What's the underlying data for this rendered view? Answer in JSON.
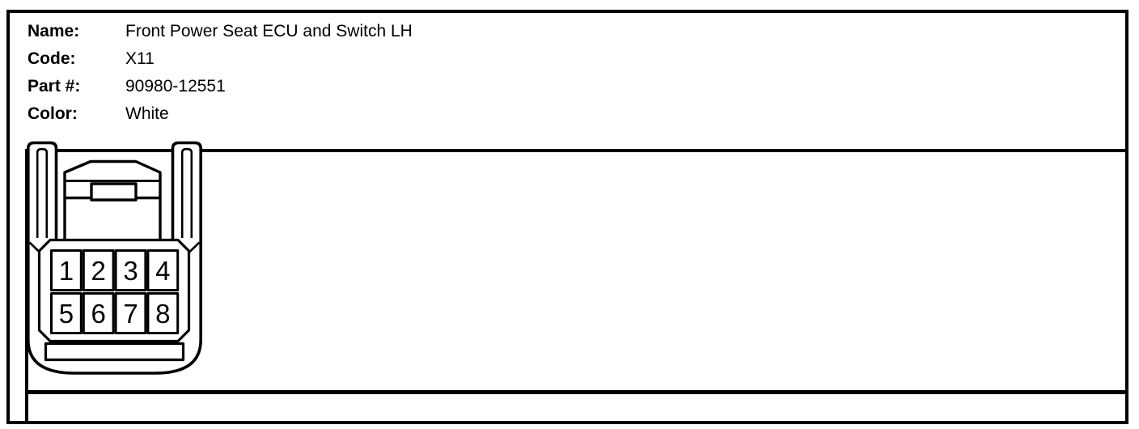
{
  "page": {
    "ink": "#000000",
    "paper": "#ffffff"
  },
  "header": {
    "rows": [
      {
        "label": "Name:",
        "value": "Front Power Seat ECU and Switch LH"
      },
      {
        "label": "Code:",
        "value": "X11"
      },
      {
        "label": "Part #:",
        "value": "90980-12551"
      },
      {
        "label": "Color:",
        "value": "White"
      }
    ]
  },
  "connector": {
    "pins": [
      "1",
      "2",
      "3",
      "4",
      "5",
      "6",
      "7",
      "8"
    ]
  }
}
